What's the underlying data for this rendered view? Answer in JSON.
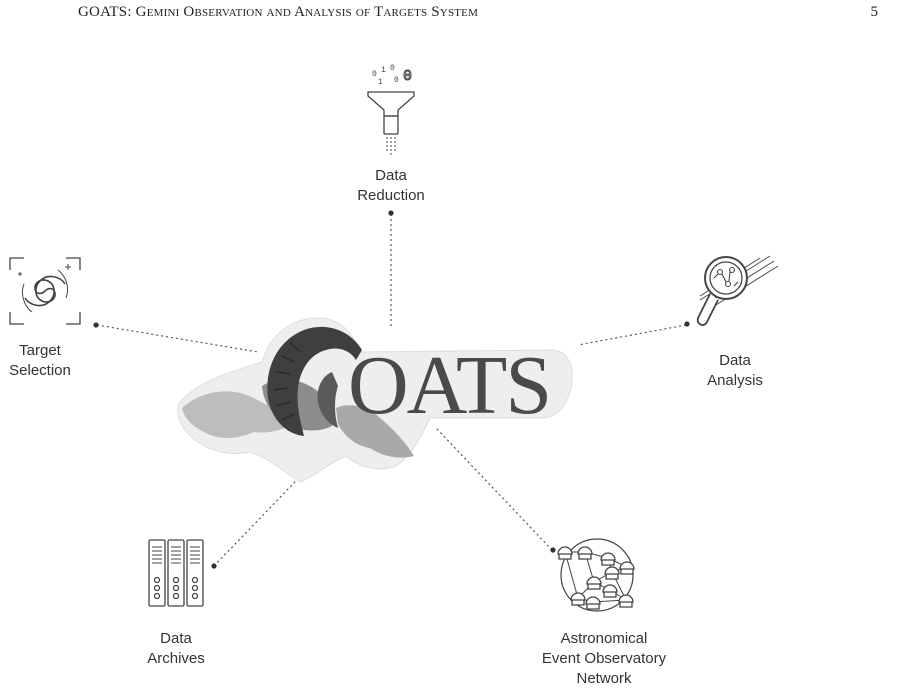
{
  "header": {
    "title": "GOATS: Gemini Observation and Analysis of Targets System",
    "page_number": "5"
  },
  "figure": {
    "logo_text": "OATS",
    "nodes": {
      "data_reduction": [
        "Data",
        "Reduction"
      ],
      "target_selection": [
        "Target",
        "Selection"
      ],
      "data_analysis": [
        "Data",
        "Analysis"
      ],
      "data_archives": [
        "Data",
        "Archives"
      ],
      "aeon": [
        "Astronomical",
        "Event Observatory",
        "Network"
      ]
    },
    "funnel_bits": [
      "0",
      "1",
      "0",
      "1",
      "0"
    ]
  },
  "colors": {
    "icon": "#444444",
    "logo": "#4a4a4a",
    "connector": "#555555"
  }
}
